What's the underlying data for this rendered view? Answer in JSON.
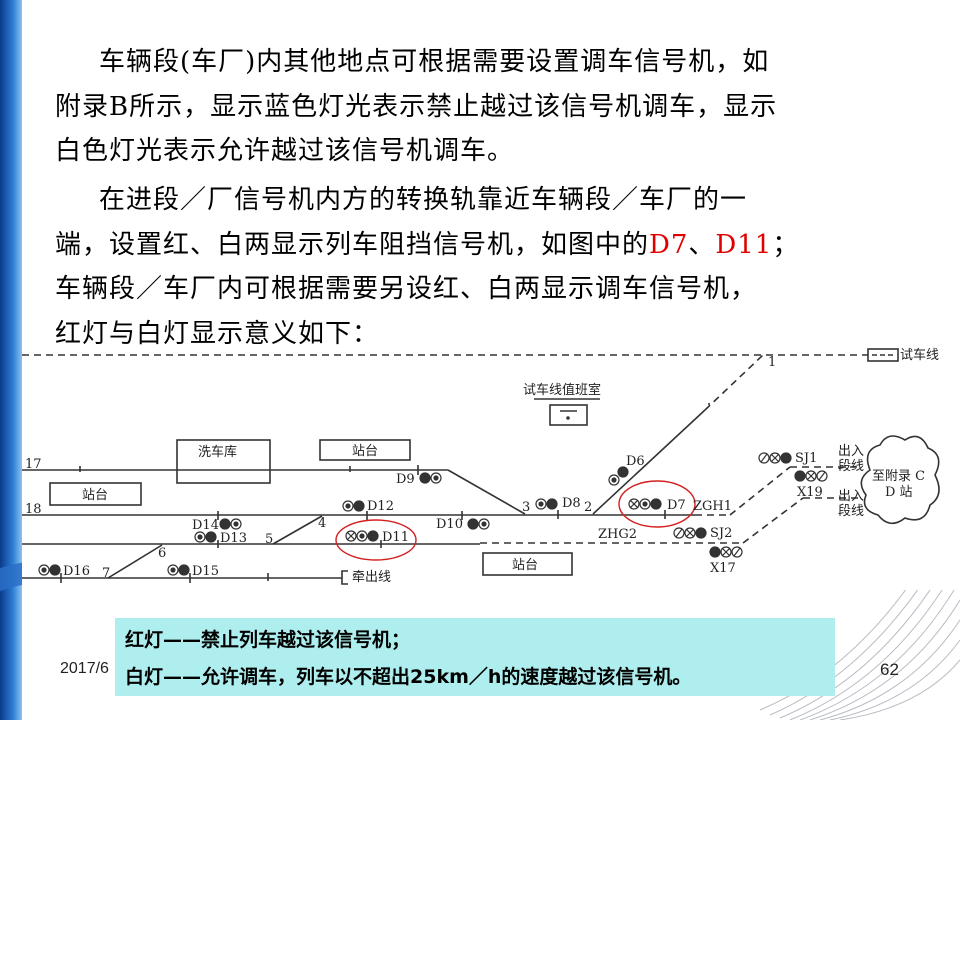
{
  "body": {
    "para1_line1": "车辆段(车厂)内其他地点可根据需要设置调车信号机，如",
    "para1_line2": "附录B所示，显示蓝色灯光表示禁止越过该信号机调车，显示",
    "para1_line3": "白色灯光表示允许越过该信号机调车。",
    "para2_line1": "在进段／厂信号机内方的转换轨靠近车辆段／车厂的一",
    "para2_line2_pre": "端，设置红、白两显示列车阻挡信号机，如图中的",
    "para2_line2_d7": "D7",
    "para2_line2_sep": "、",
    "para2_line2_d11": "D11",
    "para2_line2_post": "；",
    "para2_line3": "车辆段／车厂内可根据需要另设红、白两显示调车信号机，",
    "para2_line4": "红灯与白灯显示意义如下："
  },
  "diagram": {
    "test_line": "试车线",
    "test_office": "试车线值班室",
    "wash_shed": "洗车库",
    "platform": "站台",
    "pull_out_line": "牵出线",
    "in_out_line_1a": "出入",
    "in_out_line_1b": "段线",
    "in_out_line_2a": "出入",
    "in_out_line_2b": "段线",
    "cloud_line1": "至附录 C",
    "cloud_line2": "D 站",
    "tracks": {
      "t17": "17",
      "t18": "18"
    },
    "switches": {
      "s1": "1",
      "s2": "2",
      "s3": "3",
      "s4": "4",
      "s5": "5",
      "s6": "6",
      "s7": "7"
    },
    "signals": {
      "D6": "D6",
      "D7": "D7",
      "D8": "D8",
      "D9": "D9",
      "D10": "D10",
      "D11": "D11",
      "D12": "D12",
      "D13": "D13",
      "D14": "D14",
      "D15": "D15",
      "D16": "D16",
      "SJ1": "SJ1",
      "SJ2": "SJ2",
      "X17": "X17",
      "X19": "X19",
      "ZGH1": "ZGH1",
      "ZHG2": "ZHG2"
    },
    "highlight_color": "#d42020"
  },
  "caption": {
    "line1": "红灯——禁止列车越过该信号机；",
    "line2": "白灯——允许调车，列车以不超出25km／h的速度越过该信号机。"
  },
  "footer": {
    "date": "2017/6",
    "page": "62"
  }
}
